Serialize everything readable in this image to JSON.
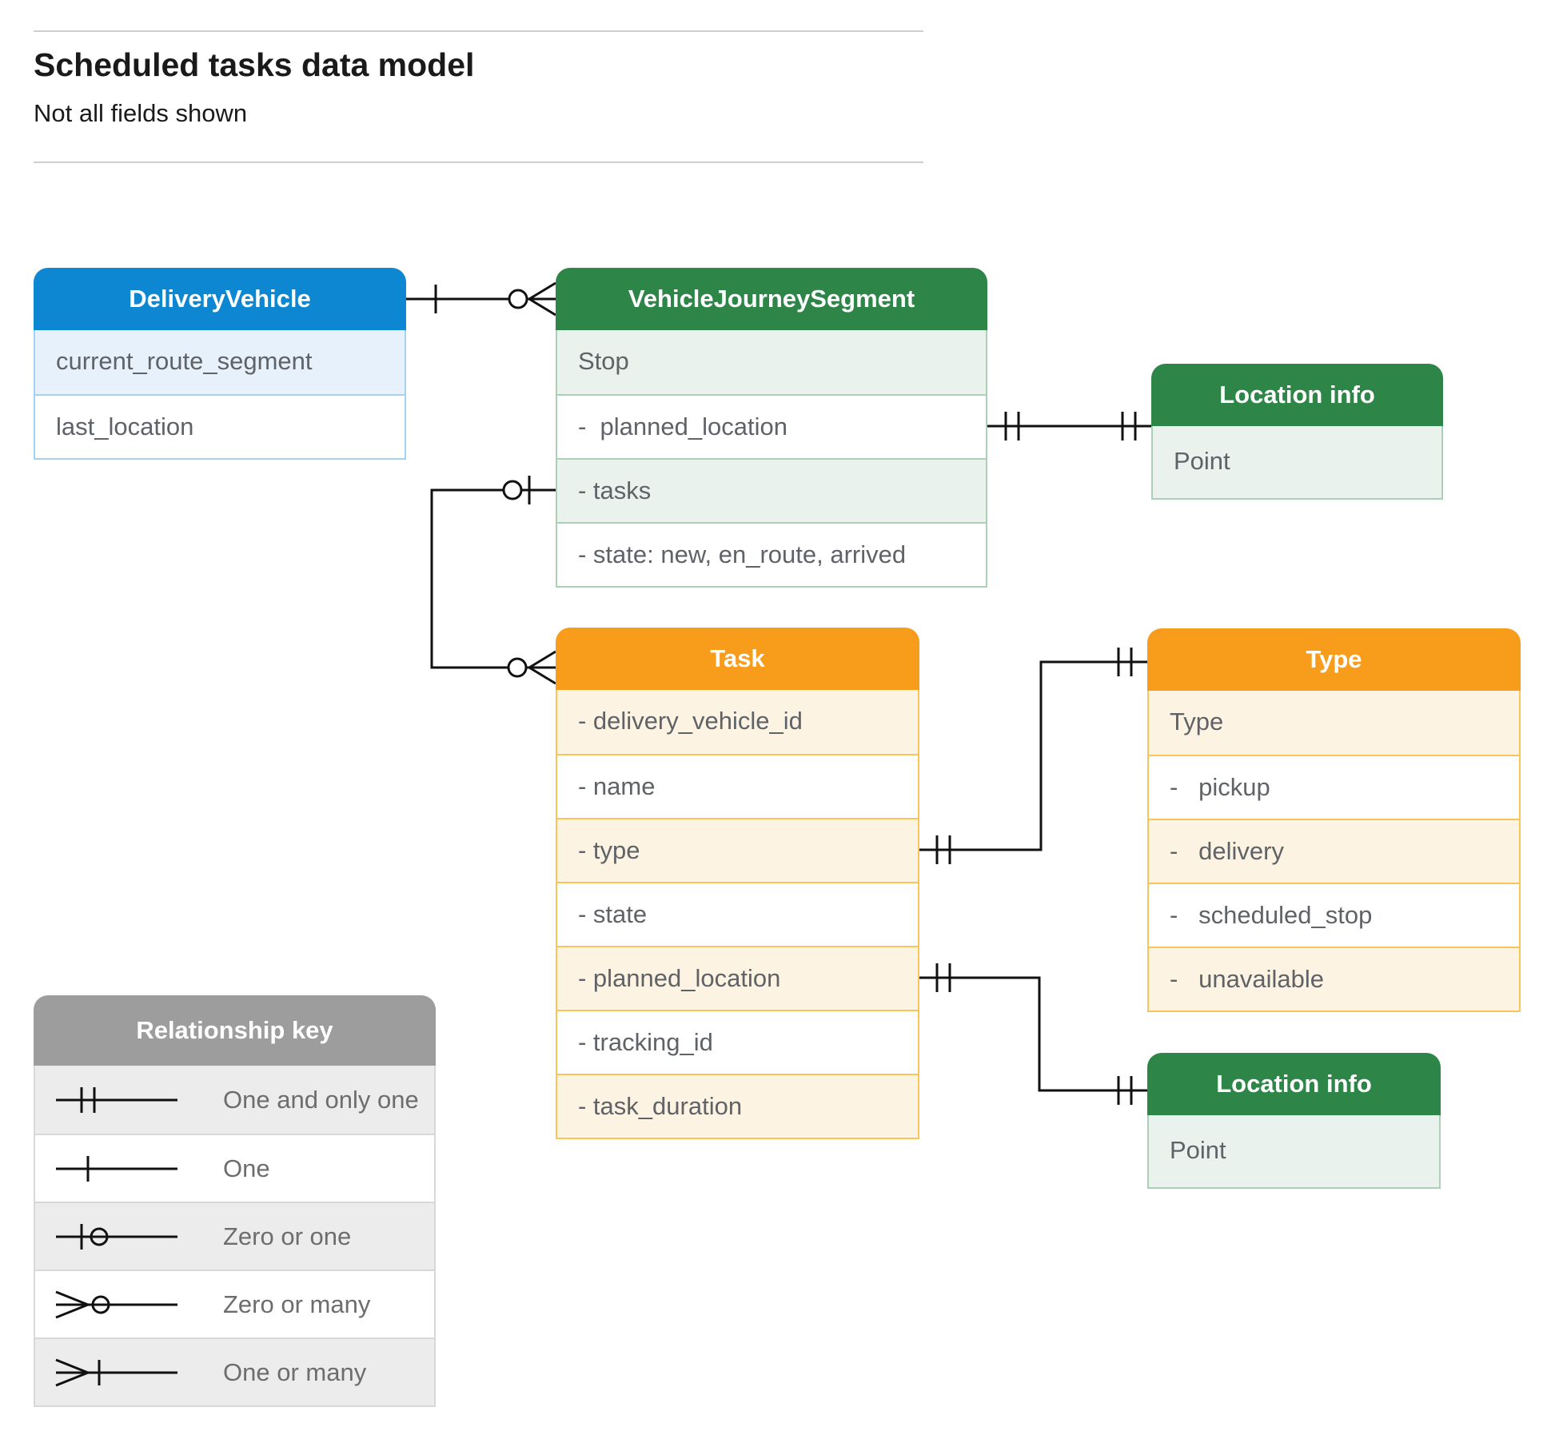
{
  "header": {
    "title": "Scheduled tasks data model",
    "subtitle": "Not all fields shown"
  },
  "colors": {
    "blue_header": "#0d87d1",
    "blue_row": "#e7f1fb",
    "green_header": "#2e8548",
    "green_row": "#e9f2ec",
    "orange_header": "#f89c1c",
    "orange_row": "#fdf3e2",
    "gray_header": "#9d9d9d",
    "gray_row": "#ececec",
    "line": "#111111",
    "field_text": "#5f6368"
  },
  "entities": {
    "delivery_vehicle": {
      "title": "DeliveryVehicle",
      "fields": [
        "current_route_segment",
        "last_location"
      ]
    },
    "vehicle_journey_segment": {
      "title": "VehicleJourneySegment",
      "fields": [
        "Stop",
        "-  planned_location",
        "- tasks",
        "- state: new, en_route, arrived"
      ]
    },
    "location_info_1": {
      "title": "Location info",
      "fields": [
        "Point"
      ]
    },
    "task": {
      "title": "Task",
      "fields": [
        "- delivery_vehicle_id",
        "- name",
        "- type",
        "- state",
        "- planned_location",
        "- tracking_id",
        "- task_duration"
      ]
    },
    "type": {
      "title": "Type",
      "fields": [
        "Type",
        "-   pickup",
        "-   delivery",
        "-   scheduled_stop",
        "-   unavailable"
      ]
    },
    "location_info_2": {
      "title": "Location info",
      "fields": [
        "Point"
      ]
    }
  },
  "relationships": [
    {
      "from": "DeliveryVehicle",
      "to": "VehicleJourneySegment",
      "from_end": "one",
      "to_end": "zero-or-many"
    },
    {
      "from": "VehicleJourneySegment.planned_location",
      "to": "Location info",
      "from_end": "one-and-only-one",
      "to_end": "one-and-only-one"
    },
    {
      "from": "VehicleJourneySegment.tasks",
      "to": "Task",
      "from_end": "zero-or-one",
      "to_end": "zero-or-many"
    },
    {
      "from": "Task.type",
      "to": "Type",
      "from_end": "one-and-only-one",
      "to_end": "one-and-only-one"
    },
    {
      "from": "Task.planned_location",
      "to": "Location info",
      "from_end": "one-and-only-one",
      "to_end": "one-and-only-one"
    }
  ],
  "legend": {
    "title": "Relationship key",
    "items": [
      "One and only one",
      "One",
      "Zero or one",
      "Zero or many",
      "One or many"
    ]
  }
}
